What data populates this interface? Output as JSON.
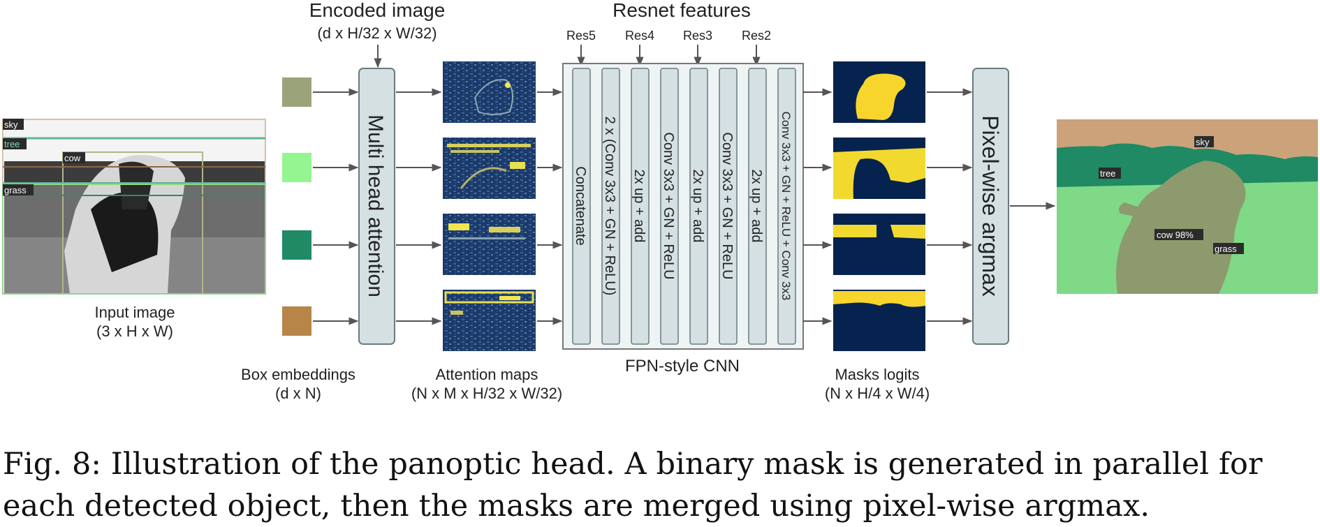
{
  "figure": {
    "labels": {
      "input_image": "Input image",
      "input_image_dims": "(3 x H x W)",
      "encoded_image": "Encoded image",
      "encoded_image_dims": "(d x H/32 x W/32)",
      "resnet_features": "Resnet features",
      "box_embeddings": "Box embeddings",
      "box_embeddings_dims": "(d x N)",
      "attention_maps": "Attention maps",
      "attention_maps_dims": "(N x M x H/32 x W/32)",
      "fpn": "FPN-style CNN",
      "masks_logits": "Masks logits",
      "masks_logits_dims": "(N x H/4 x W/4)"
    },
    "mha": "Multi head attention",
    "argmax": "Pixel-wise argmax",
    "res_levels": [
      "Res5",
      "Res4",
      "Res3",
      "Res2"
    ],
    "fpn_layers": [
      "Concatenate",
      "2 x (Conv 3x3 + GN + ReLU)",
      "2x up + add",
      "Conv 3x3 + GN + ReLU",
      "2x up + add",
      "Conv 3x3 + GN + ReLU",
      "2x up + add",
      "Conv 3x3 + GN + ReLU + Conv 3x3"
    ],
    "input_tags": [
      "sky",
      "tree",
      "cow",
      "grass"
    ],
    "output_tags": [
      "sky",
      "tree",
      "cow 98%",
      "grass"
    ],
    "embedding_colors": [
      "#9ba37a",
      "#95f591",
      "#1f8a63",
      "#b78547"
    ]
  },
  "caption": "Fig. 8: Illustration of the panoptic head. A binary mask is generated in parallel for each detected object, then the masks are merged using pixel-wise argmax."
}
